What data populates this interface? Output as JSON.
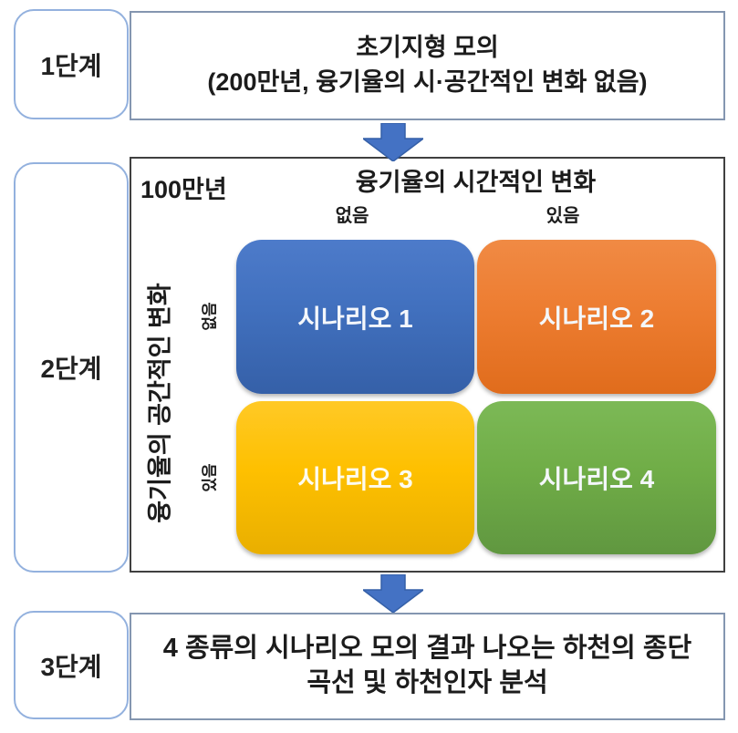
{
  "stage1": {
    "label": "1단계",
    "line1": "초기지형 모의",
    "line2": "(200만년, 융기율의 시·공간적인 변화 없음)"
  },
  "stage2": {
    "label": "2단계",
    "duration_note": "100만년",
    "col_axis": {
      "title": "융기율의 시간적인 변화",
      "labels": [
        "없음",
        "있음"
      ]
    },
    "row_axis": {
      "title": "융기율의 공간적인 변화",
      "labels": [
        "없음",
        "있음"
      ]
    },
    "cells": [
      {
        "label": "시나리오 1",
        "color": "#4472C4"
      },
      {
        "label": "시나리오 2",
        "color": "#ED7D31"
      },
      {
        "label": "시나리오 3",
        "color": "#FFC000"
      },
      {
        "label": "시나리오 4",
        "color": "#70AD47"
      }
    ]
  },
  "stage3": {
    "label": "3단계",
    "line1": "4 종류의 시나리오 모의 결과 나오는 하천의 종단",
    "line2": "곡선 및 하천인자 분석"
  },
  "arrow": {
    "color": "#4472C4",
    "stroke": "#3560A8"
  },
  "colors": {
    "pill_border": "#93B1DE",
    "flat_box_border": "#8496B0",
    "matrix_border": "#404040",
    "background": "#FFFFFF"
  }
}
